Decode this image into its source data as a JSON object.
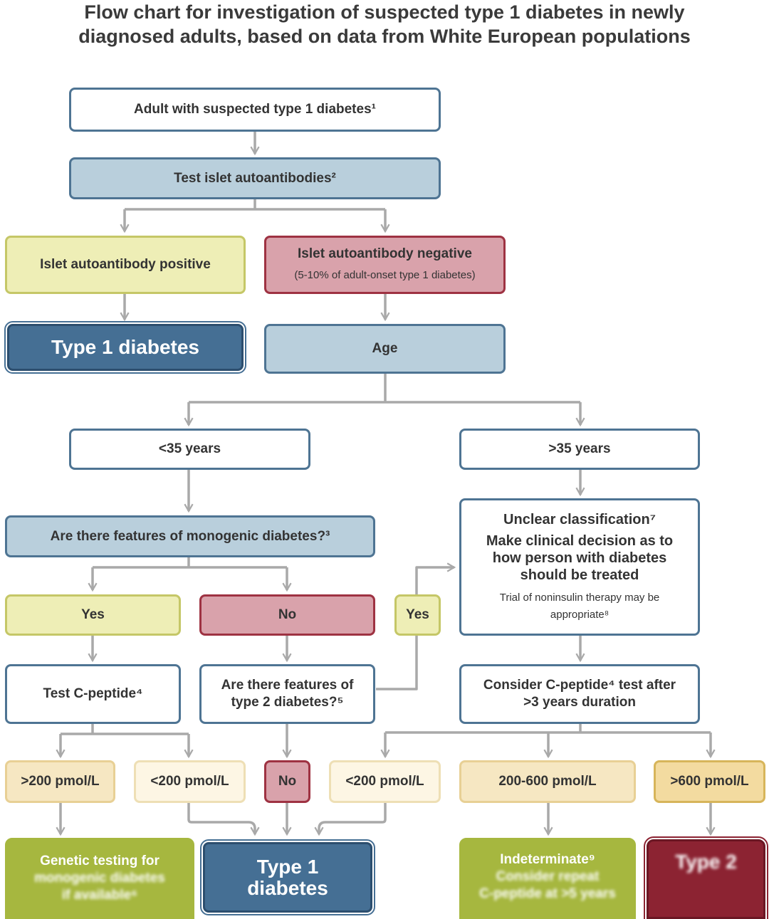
{
  "title": {
    "line1": "Flow chart for investigation of suspected type 1 diabetes in newly",
    "line2": "diagnosed adults, based on data from White European populations"
  },
  "nodes": {
    "adult": "Adult with suspected type 1 diabetes¹",
    "test_islet": "Test islet autoantibodies²",
    "positive": "Islet autoantibody positive",
    "negative": "Islet autoantibody negative",
    "negative_note": "(5-10% of adult-onset type 1 diabetes)",
    "type1_top": "Type 1 diabetes",
    "age": "Age",
    "under35": "<35 years",
    "over35": ">35 years",
    "monogenic": "Are there features of monogenic diabetes?³",
    "yes_left": "Yes",
    "no_mid": "No",
    "yes_right": "Yes",
    "unclear_title": "Unclear classification⁷",
    "unclear_body": "Make clinical decision as to how person with diabetes should be treated",
    "unclear_note": "Trial of noninsulin therapy may be appropriate⁸",
    "test_cpep": "Test C-peptide⁴",
    "type2_q": "Are there features of type 2 diabetes?⁵",
    "consider_cpep": "Consider C-peptide⁴ test after >3 years duration",
    "gt200": ">200 pmol/L",
    "lt200_left": "<200 pmol/L",
    "no_bottom": "No",
    "lt200_right": "<200 pmol/L",
    "mid_range": "200-600 pmol/L",
    "gt600": ">600 pmol/L",
    "genetic_l1": "Genetic testing for",
    "genetic_l2": "monogenic diabetes",
    "genetic_l3": "if available⁶",
    "type1_bottom": "Type 1 diabetes",
    "indeterminate": "Indeterminate⁹",
    "indet_l2": "Consider repeat",
    "indet_l3": "C-peptide at >5 years",
    "type2": "Type 2"
  },
  "colors": {
    "line": "#a9a9a9",
    "navy": "#456f94",
    "blue": "#b9cfdc",
    "yellow": "#eeeeb6",
    "pink": "#d9a2ab",
    "green": "#a6b73f",
    "maroon": "#8c2332"
  }
}
